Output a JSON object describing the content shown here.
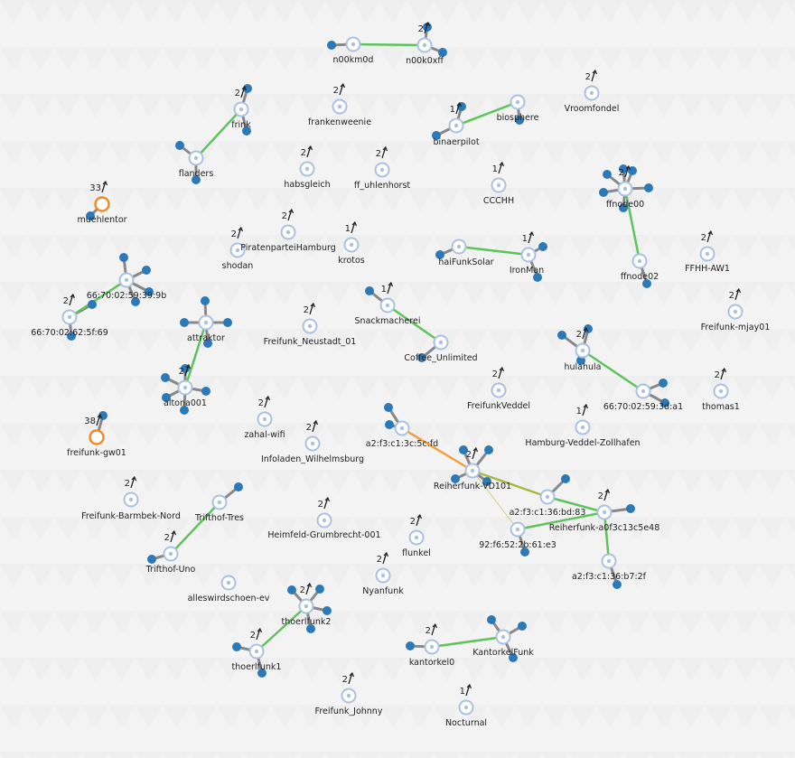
{
  "colors": {
    "background": "#f3f3f3",
    "node_ring": "#a9c1e4",
    "node_center": "#a9c1e4",
    "gateway_ring": "#f0882a",
    "client": "#2b79b8",
    "link_good": "#5cc45a",
    "link_medium": "#a8b840",
    "link_bad": "#f2a13c",
    "link_weak": "#d8cd7a",
    "client_link": "#888888",
    "text": "#222222"
  },
  "nodes": [
    {
      "name": "n00km0d",
      "count": ""
    },
    {
      "name": "n00k0xff",
      "count": "2"
    },
    {
      "name": "frink",
      "count": "2"
    },
    {
      "name": "frankenweenie",
      "count": "2"
    },
    {
      "name": "binaerpilot",
      "count": "1"
    },
    {
      "name": "biosphere",
      "count": ""
    },
    {
      "name": "Vroomfondel",
      "count": "2"
    },
    {
      "name": "flanders",
      "count": ""
    },
    {
      "name": "habsgleich",
      "count": "2"
    },
    {
      "name": "ff_uhlenhorst",
      "count": "2"
    },
    {
      "name": "CCCHH",
      "count": "1"
    },
    {
      "name": "muehlentor",
      "count": "33"
    },
    {
      "name": "ffnode00",
      "count": "2"
    },
    {
      "name": "shodan",
      "count": "2"
    },
    {
      "name": "PiratenparteiHamburg",
      "count": "2"
    },
    {
      "name": "krotos",
      "count": "1"
    },
    {
      "name": "haiFunkSolar",
      "count": ""
    },
    {
      "name": "IronMan",
      "count": "1"
    },
    {
      "name": "FFHH-AW1",
      "count": "2"
    },
    {
      "name": "66:70:02:59:39:9b",
      "count": ""
    },
    {
      "name": "ffnode02",
      "count": ""
    },
    {
      "name": "66:70:02:62:5f:69",
      "count": "2"
    },
    {
      "name": "Snackmacherei",
      "count": "1"
    },
    {
      "name": "Freifunk-mjay01",
      "count": "2"
    },
    {
      "name": "attraktor",
      "count": ""
    },
    {
      "name": "Freifunk_Neustadt_01",
      "count": "2"
    },
    {
      "name": "hulahula",
      "count": "2"
    },
    {
      "name": "Coffee_Unlimited",
      "count": ""
    },
    {
      "name": "altona001",
      "count": "2"
    },
    {
      "name": "FreifunkVeddel",
      "count": "2"
    },
    {
      "name": "thomas1",
      "count": "2"
    },
    {
      "name": "66:70:02:59:3d:a1",
      "count": ""
    },
    {
      "name": "zahal-wifi",
      "count": "2"
    },
    {
      "name": "freifunk-gw01",
      "count": "38"
    },
    {
      "name": "a2:f3:c1:3c:5c:fd",
      "count": ""
    },
    {
      "name": "Hamburg-Veddel-Zollhafen",
      "count": "1"
    },
    {
      "name": "Infoladen_Wilhelmsburg",
      "count": "2"
    },
    {
      "name": "Reiherfunk-VD101",
      "count": "2"
    },
    {
      "name": "Freifunk-Barmbek-Nord",
      "count": "2"
    },
    {
      "name": "Trifthof-Tres",
      "count": ""
    },
    {
      "name": "a2:f3:c1:36:bd:83",
      "count": ""
    },
    {
      "name": "Reiherfunk-a0f3c13c5e48",
      "count": "2"
    },
    {
      "name": "Heimfeld-Grumbrecht-001",
      "count": "2"
    },
    {
      "name": "flunkel",
      "count": "2"
    },
    {
      "name": "92:f6:52:2b:61:e3",
      "count": ""
    },
    {
      "name": "Trifthof-Uno",
      "count": "2"
    },
    {
      "name": "Nyanfunk",
      "count": "2"
    },
    {
      "name": "a2:f3:c1:36:b7:2f",
      "count": ""
    },
    {
      "name": "alleswirdschoen-ev",
      "count": ""
    },
    {
      "name": "thoerlfunk2",
      "count": "2"
    },
    {
      "name": "kantorkel0",
      "count": "2"
    },
    {
      "name": "KantorkelFunk",
      "count": ""
    },
    {
      "name": "thoerlfunk1",
      "count": "2"
    },
    {
      "name": "Freifunk_Johnny",
      "count": "2"
    },
    {
      "name": "Nocturnal",
      "count": "1"
    }
  ]
}
